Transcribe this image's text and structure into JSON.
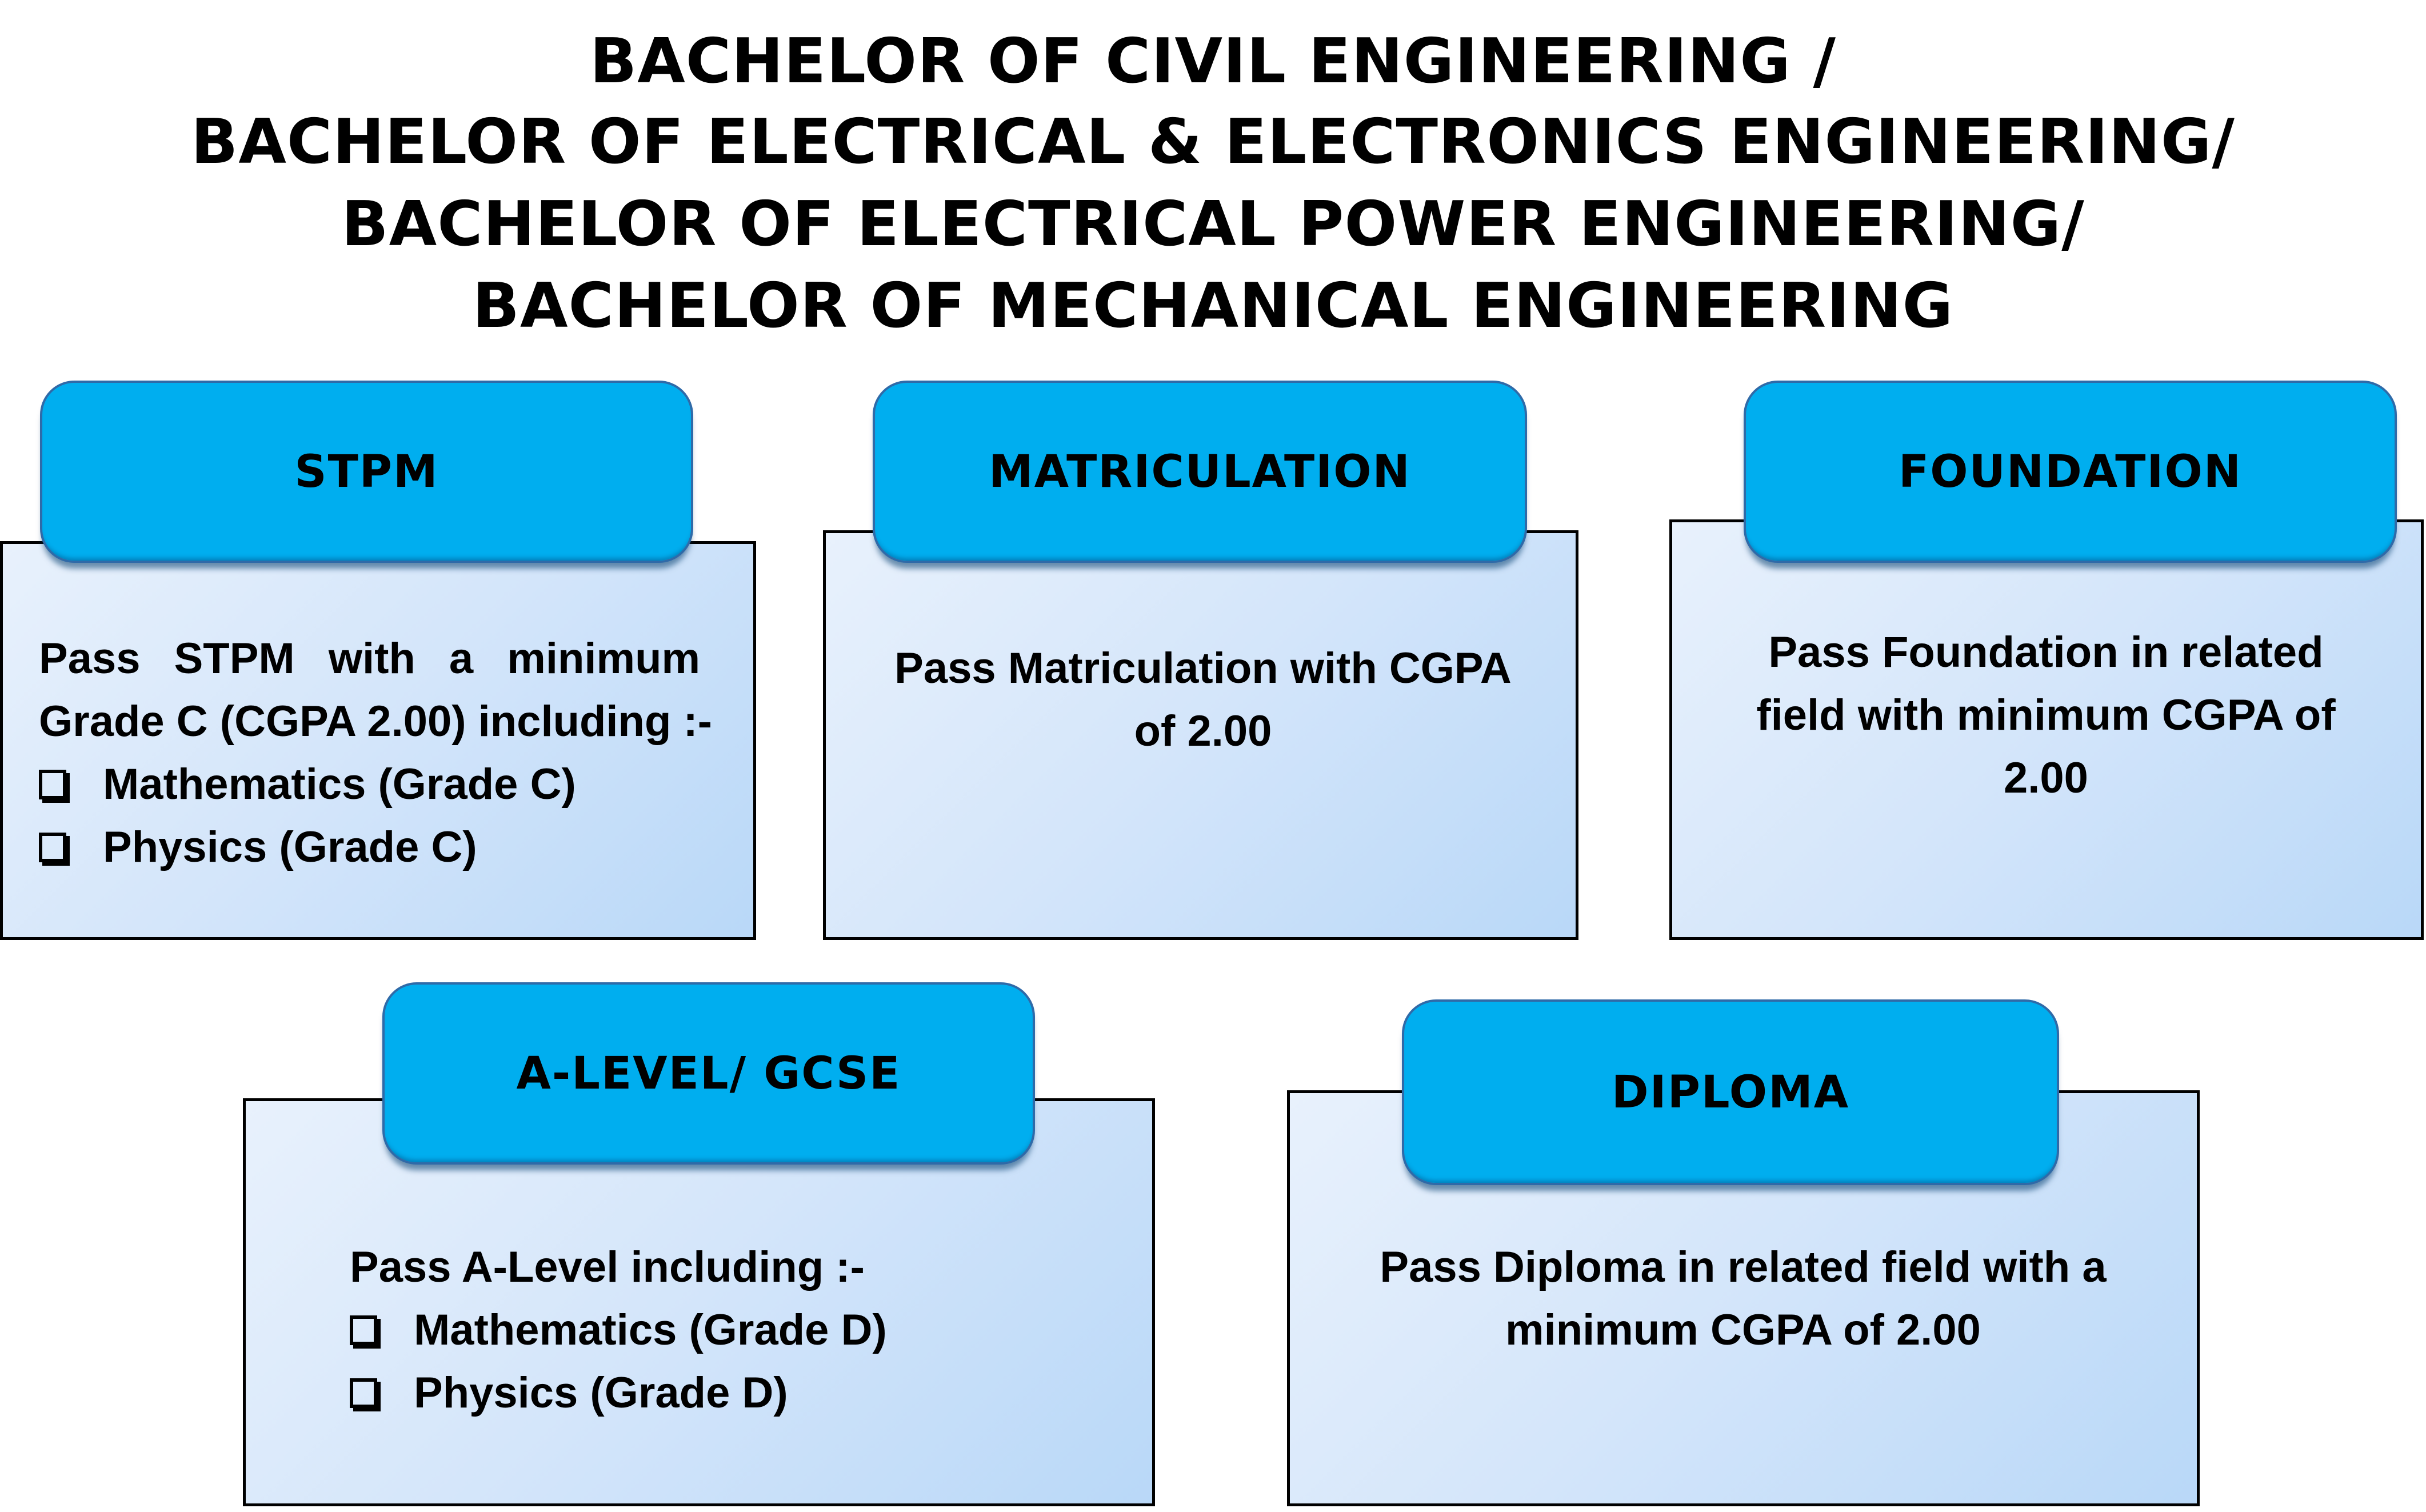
{
  "title": {
    "lines": [
      "BACHELOR OF CIVIL ENGINEERING /",
      "BACHELOR OF ELECTRICAL & ELECTRONICS ENGINEERING/",
      "BACHELOR OF ELECTRICAL POWER ENGINEERING/",
      "BACHELOR OF MECHANICAL ENGINEERING"
    ]
  },
  "colors": {
    "tab_fill": "#00aeef",
    "tab_border": "#2f6aa8",
    "box_gradient_start": "#e8f1fc",
    "box_gradient_end": "#b9d8f8",
    "text": "#000000"
  },
  "pathways": {
    "stpm": {
      "label": "STPM",
      "intro_line1": "Pass STPM with a minimum",
      "intro_line2": "Grade C (CGPA 2.00) including :-",
      "items": [
        {
          "icon": "checkbox-icon",
          "text": "Mathematics (Grade C)"
        },
        {
          "icon": "checkbox-icon",
          "text": "Physics (Grade C)"
        }
      ]
    },
    "matriculation": {
      "label": "MATRICULATION",
      "lines": [
        "Pass Matriculation with CGPA",
        "of 2.00"
      ]
    },
    "foundation": {
      "label": "FOUNDATION",
      "lines": [
        "Pass Foundation in related",
        "field with minimum CGPA of",
        "2.00"
      ]
    },
    "alevel": {
      "label": "A-LEVEL/ GCSE",
      "intro": "Pass A-Level including :-",
      "items": [
        {
          "icon": "checkbox-icon",
          "text": "Mathematics (Grade D)"
        },
        {
          "icon": "checkbox-icon",
          "text": "Physics (Grade D)"
        }
      ]
    },
    "diploma": {
      "label": "DIPLOMA",
      "lines": [
        "Pass Diploma in related field with a",
        "minimum CGPA of 2.00"
      ]
    }
  }
}
